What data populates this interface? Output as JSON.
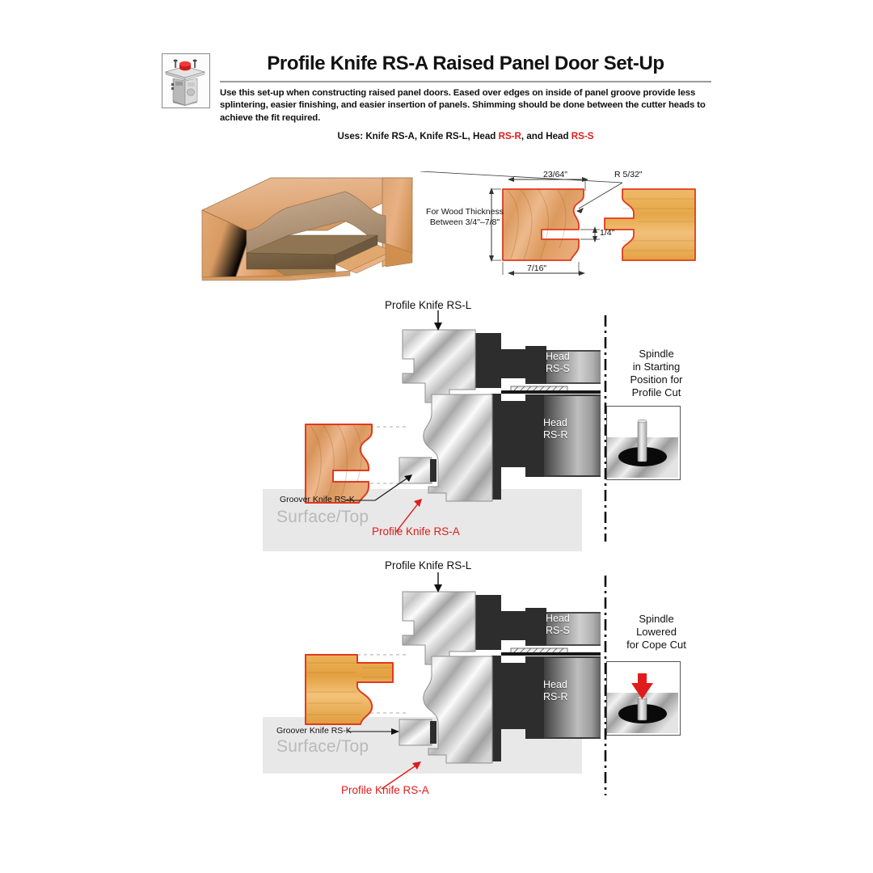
{
  "header": {
    "logo_icon": "shaper-machine-icon",
    "title": "Profile Knife RS-A Raised Panel Door Set-Up",
    "description": "Use this set-up when constructing raised panel doors. Eased over edges on inside of panel groove provide less splintering, easier finishing, and easier insertion of panels. Shimming should be done between the cutter heads to achieve the fit required.",
    "uses_prefix": "Uses: Knife RS-A, Knife RS-L, Head ",
    "uses_head_r": "RS-R",
    "uses_middle": ", and Head ",
    "uses_head_s": "RS-S"
  },
  "colors": {
    "accent_red": "#e01b1b",
    "profile_outline": "#e03a1e",
    "surface_gray": "#e8e8e8",
    "surface_text": "#b9b9b9",
    "dark_head": "#2d2d2d"
  },
  "joint_3d": {
    "name": "raised-panel-joint-3d-illustration"
  },
  "dimension_diagram": {
    "thickness_label_line1": "For Wood Thickness",
    "thickness_label_line2": "Between 3/4\"–7/8\"",
    "width_top": "23/64\"",
    "radius": "R 5/32\"",
    "groove_height": "1/4\"",
    "width_bottom": "7/16\""
  },
  "assemblies": [
    {
      "id": "profile-cut-assembly",
      "knife_top_label": "Profile Knife RS-L",
      "head_top_label_line1": "Head",
      "head_top_label_line2": "RS-S",
      "head_bottom_label_line1": "Head",
      "head_bottom_label_line2": "RS-R",
      "groover_label": "Groover Knife RS-K",
      "surface_label": "Surface/Top",
      "knife_bottom_label": "Profile Knife RS-A",
      "spindle": {
        "title_lines": [
          "Spindle",
          "in Starting",
          "Position for",
          "Profile Cut"
        ],
        "arrow": false
      }
    },
    {
      "id": "cope-cut-assembly",
      "knife_top_label": "Profile Knife RS-L",
      "head_top_label_line1": "Head",
      "head_top_label_line2": "RS-S",
      "head_bottom_label_line1": "Head",
      "head_bottom_label_line2": "RS-R",
      "groover_label": "Groover Knife RS-K",
      "surface_label": "Surface/Top",
      "knife_bottom_label": "Profile Knife RS-A",
      "spindle": {
        "title_lines": [
          "Spindle",
          "Lowered",
          "for Cope Cut"
        ],
        "arrow": true
      }
    }
  ]
}
